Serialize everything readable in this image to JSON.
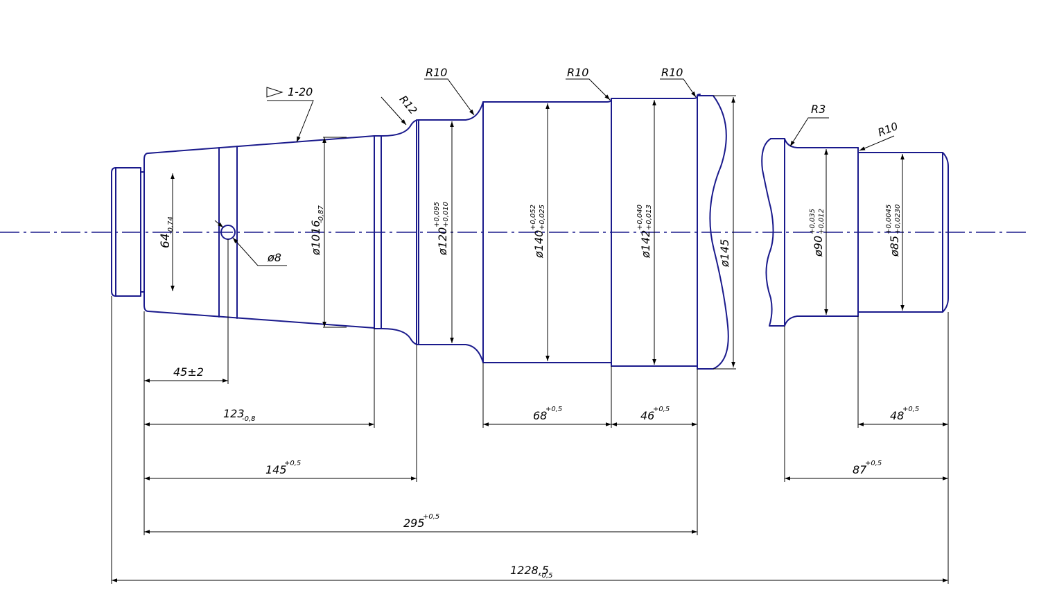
{
  "colors": {
    "part": "#1a1a8c",
    "dimension": "#000000",
    "background": "#ffffff"
  },
  "annotations": {
    "taper": "1-20",
    "r12": "R12",
    "r10_a": "R10",
    "r10_b": "R10",
    "r10_c": "R10",
    "r3": "R3",
    "r10_d": "R10",
    "hole": "ø8"
  },
  "diameters": {
    "d64": "64",
    "d64_tol": "-0,74",
    "d1016": "ø1016",
    "d1016_tol": "-0,87",
    "d120": "ø120",
    "d120_tol_up": "+0,095",
    "d120_tol_low": "+0,010",
    "d140": "ø140",
    "d140_tol_up": "+0,052",
    "d140_tol_low": "+0,025",
    "d142": "ø142",
    "d142_tol_up": "+0,040",
    "d142_tol_low": "+0,013",
    "d145": "ø145",
    "d90": "ø90",
    "d90_tol_up": "+0,035",
    "d90_tol_low": "+0,012",
    "d85": "ø85",
    "d85_tol_up": "+0,0045",
    "d85_tol_low": "+0,0230"
  },
  "lengths": {
    "l45": "45±2",
    "l123": "123",
    "l123_tol": "-0,8",
    "l145": "145",
    "l145_tol": "+0,5",
    "l295": "295",
    "l295_tol": "+0,5",
    "l1228": "1228,5",
    "l1228_tol": "-0,5",
    "l68": "68",
    "l68_tol": "+0,5",
    "l46": "46",
    "l46_tol": "+0,5",
    "l48": "48",
    "l48_tol": "+0,5",
    "l87": "87",
    "l87_tol": "+0,5"
  }
}
